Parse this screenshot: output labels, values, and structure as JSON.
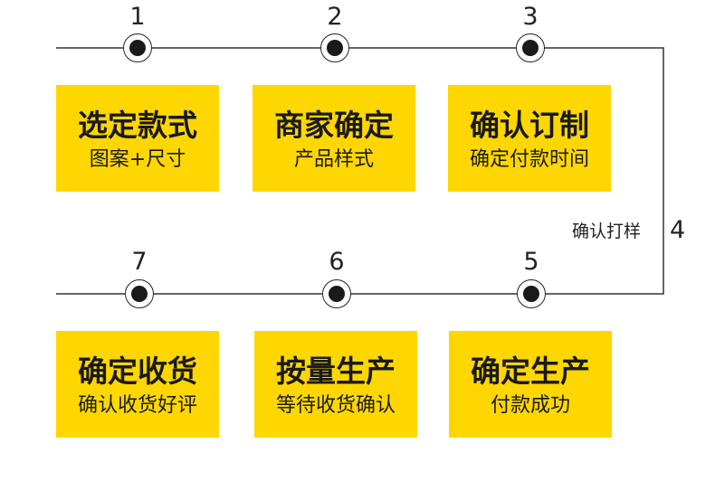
{
  "steps": [
    {
      "number": "1",
      "title": "选定款式",
      "subtitle": "图案+尺寸"
    },
    {
      "number": "2",
      "title": "商家确定",
      "subtitle": "产品样式"
    },
    {
      "number": "3",
      "title": "确认订制",
      "subtitle": "确定付款时间"
    },
    {
      "number": "4",
      "label": "确认打样"
    },
    {
      "number": "5",
      "title": "确定生产",
      "subtitle": "付款成功"
    },
    {
      "number": "6",
      "title": "按量生产",
      "subtitle": "等待收货确认"
    },
    {
      "number": "7",
      "title": "确定收货",
      "subtitle": "确认收货好评"
    }
  ],
  "colors": {
    "card": "#ffd700",
    "line": "#333333",
    "node": "#1a1a1a"
  }
}
